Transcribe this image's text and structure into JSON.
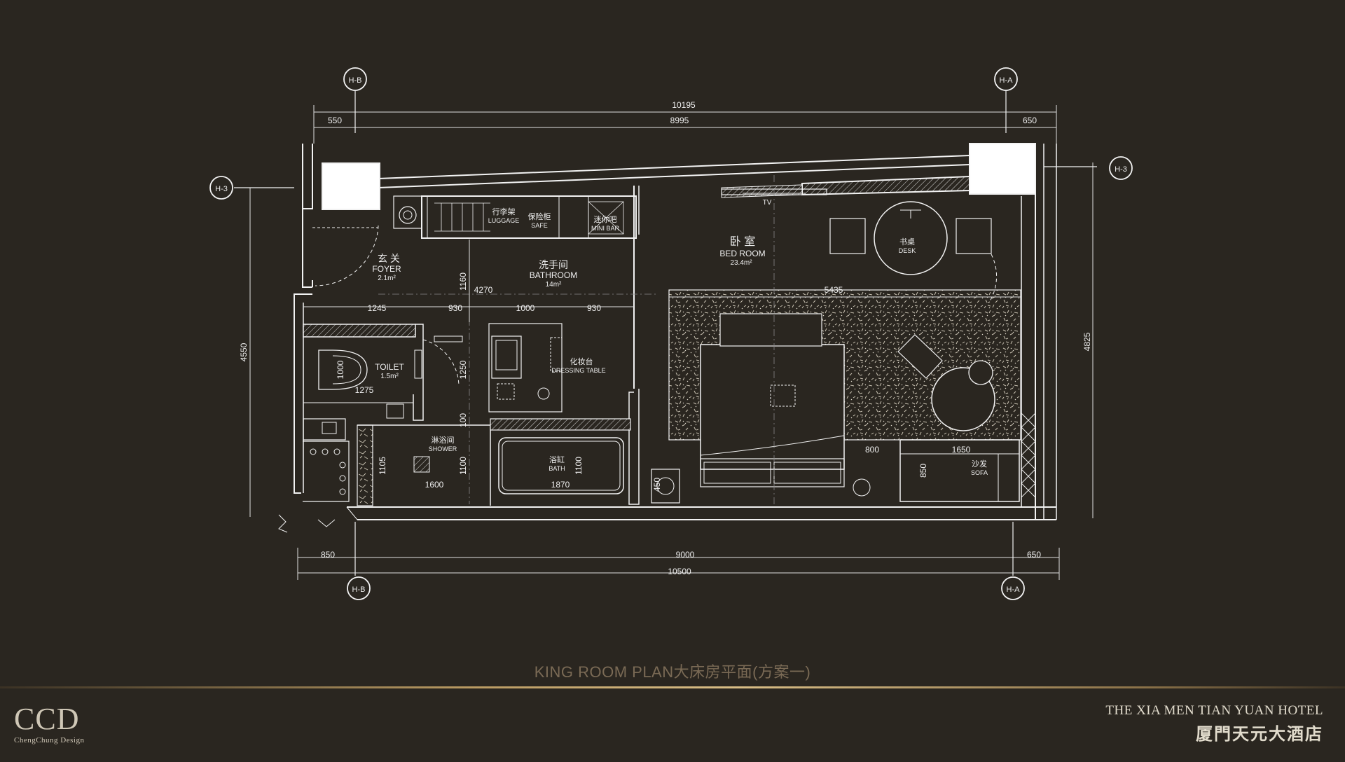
{
  "plan": {
    "grid": {
      "hb": "H-B",
      "ha": "H-A",
      "h3": "H-3"
    },
    "dims": {
      "top_total": "10195",
      "top_left": "550",
      "top_mid": "8995",
      "top_right": "650",
      "bottom_left": "850",
      "bottom_mid": "9000",
      "bottom_right": "650",
      "bottom_total": "10500",
      "left_height": "4550",
      "right_height": "4825",
      "d1160": "1160",
      "d4270": "4270",
      "d5435": "5435",
      "d1245": "1245",
      "d930a": "930",
      "d1000": "1000",
      "d930b": "930",
      "toilet_1000": "1000",
      "toilet_1275": "1275",
      "d1250": "1250",
      "d100": "100",
      "shower_1105": "1105",
      "shower_1100": "1100",
      "shower_1600": "1600",
      "bath_1100": "1100",
      "bath_1870": "1870",
      "d450": "450",
      "d800": "800",
      "d1650": "1650",
      "sofa_850": "850"
    },
    "rooms": {
      "foyer_cn": "玄 关",
      "foyer_en": "FOYER",
      "foyer_area": "2.1m²",
      "bathroom_cn": "洗手间",
      "bathroom_en": "BATHROOM",
      "bathroom_area": "14m²",
      "bedroom_cn": "卧 室",
      "bedroom_en": "BED ROOM",
      "bedroom_area": "23.4m²",
      "toilet_en": "TOILET",
      "toilet_area": "1.5m²",
      "shower_cn": "淋浴间",
      "shower_en": "SHOWER",
      "bath_cn": "浴缸",
      "bath_en": "BATH",
      "dressing_cn": "化妆台",
      "dressing_en": "DRESSING TABLE",
      "luggage_cn": "行李架",
      "luggage_en": "LUGGAGE",
      "safe_cn": "保险柜",
      "safe_en": "SAFE",
      "minibar_cn": "迷你吧",
      "minibar_en": "MINI BAR",
      "desk_cn": "书桌",
      "desk_en": "DESK",
      "sofa_cn": "沙发",
      "sofa_en": "SOFA",
      "tv": "TV"
    }
  },
  "slide_title": "KING ROOM PLAN大床房平面(方案一)",
  "logo": {
    "main": "CCD",
    "sub": "ChengChung Design"
  },
  "hotel": {
    "name_en": "THE XIA MEN TIAN YUAN HOTEL",
    "name_cn": "厦門天元大酒店"
  }
}
